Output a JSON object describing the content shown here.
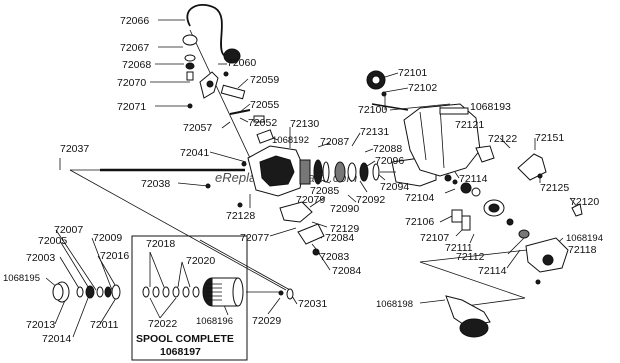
{
  "watermark": "eReplacementParts.com",
  "spool_box": {
    "title": "SPOOL COMPLETE",
    "number": "1068197"
  },
  "labels": {
    "p72066": "72066",
    "p72067": "72067",
    "p72068": "72068",
    "p72070": "72070",
    "p72071": "72071",
    "p72060": "72060",
    "p72059": "72059",
    "p72055": "72055",
    "p72052": "72052",
    "p72057": "72057",
    "p1068192": "1068192",
    "p72130": "72130",
    "p72087": "72087",
    "p72131": "72131",
    "p72088": "72088",
    "p72096": "72096",
    "p72101": "72101",
    "p72102": "72102",
    "p72100": "72100",
    "p1068193": "1068193",
    "p72121": "72121",
    "p72122": "72122",
    "p72151": "72151",
    "p72037": "72037",
    "p72041": "72041",
    "p72038": "72038",
    "p72085": "72085",
    "p72094": "72094",
    "p72114a": "72114",
    "p72128": "72128",
    "p72079": "72079",
    "p72090": "72090",
    "p72092": "72092",
    "p72104": "72104",
    "p72125": "72125",
    "p72120": "72120",
    "p72129": "72129",
    "p72077": "72077",
    "p72084a": "72084",
    "p72083": "72083",
    "p72084b": "72084",
    "p72106": "72106",
    "p72107": "72107",
    "p72111": "72111",
    "p1068194": "1068194",
    "p72118": "72118",
    "p72112": "72112",
    "p72114b": "72114",
    "p72007": "72007",
    "p72005": "72005",
    "p72009": "72009",
    "p72003": "72003",
    "p72016": "72016",
    "p72018": "72018",
    "p72020": "72020",
    "p1068195": "1068195",
    "p72013": "72013",
    "p72014": "72014",
    "p72011": "72011",
    "p72022": "72022",
    "p1068196": "1068196",
    "p72029": "72029",
    "p72031": "72031",
    "p1068198": "1068198"
  }
}
